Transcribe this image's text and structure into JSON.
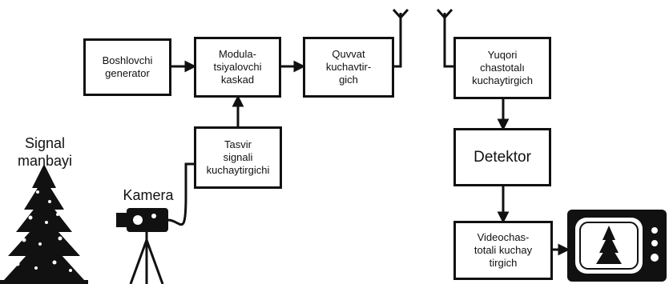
{
  "blocks": {
    "master_generator": "Boshlovchi\ngenerator",
    "modulator": "Modula-\ntsiyalovchi\nkaskad",
    "power_amp": "Quvvat\nkuchavtir-\ngich",
    "video_signal_amp": "Tasvir\nsignali\nkuchaytirgichi",
    "hf_amp": "Yuqori\nchastotalı\nkuchaytirgich",
    "detector": "Detektor",
    "video_freq_amp": "Videochas-\ntotali kuchay\ntirgich"
  },
  "labels": {
    "signal_source": "Signal\nmanbayi",
    "camera": "Kamera"
  }
}
